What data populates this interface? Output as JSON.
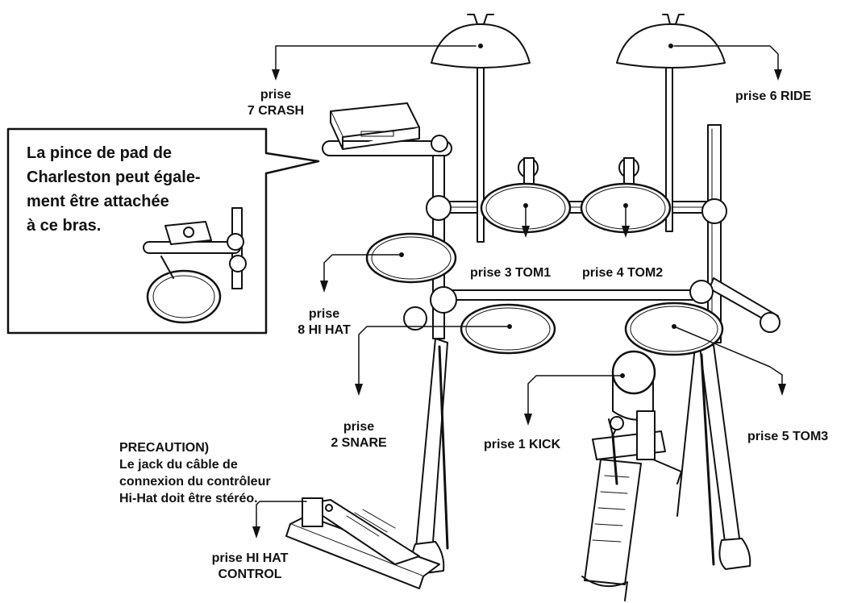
{
  "callout": {
    "lines": [
      "La pince de pad de",
      "Charleston peut égale-",
      "ment être attachée",
      "à ce bras."
    ]
  },
  "labels": {
    "crash": [
      "prise",
      "7 CRASH"
    ],
    "ride": "prise 6 RIDE",
    "tom1": "prise 3 TOM1",
    "tom2": "prise 4 TOM2",
    "hihat": [
      "prise",
      "8 HI HAT"
    ],
    "snare": [
      "prise",
      "2 SNARE"
    ],
    "kick": "prise 1 KICK",
    "tom3": "prise 5 TOM3",
    "hihat_control": [
      "prise HI HAT",
      "CONTROL"
    ]
  },
  "precaution": {
    "lines": [
      "PRECAUTION)",
      "Le jack du câble de",
      "connexion du contrôleur",
      "Hi-Hat doit être stéréo."
    ]
  },
  "colors": {
    "ink": "#111111",
    "pad": "#ffffff",
    "background": "#ffffff"
  }
}
